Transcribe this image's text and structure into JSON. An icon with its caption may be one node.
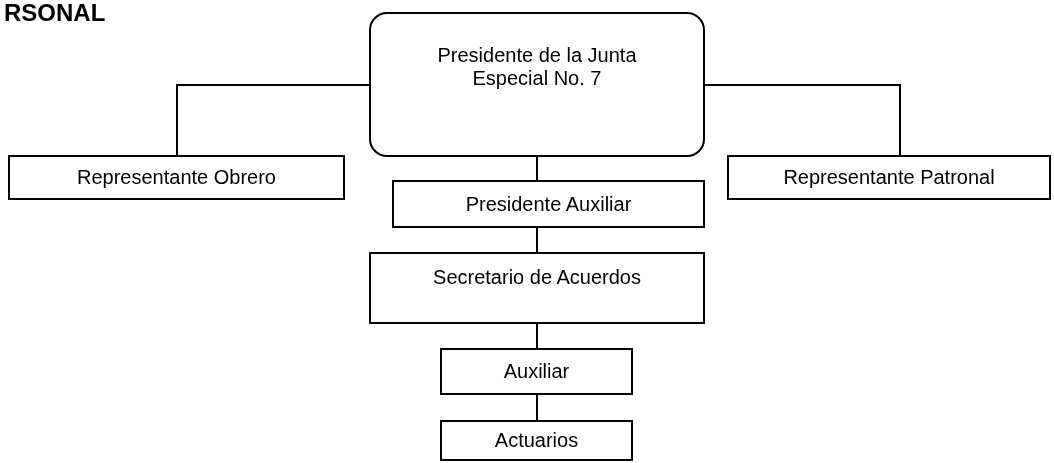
{
  "diagram": {
    "title": "RSONAL",
    "nodes": [
      {
        "text": [
          "Presidente de la Junta Especial No. 7"
        ]
      },
      {
        "text": [
          "Representante Obrero"
        ]
      },
      {
        "text": [
          "Representante Patronal"
        ]
      },
      {
        "text": [
          "Presidente Auxiliar"
        ]
      },
      {
        "text": [
          "Secretario de Acuerdos"
        ]
      },
      {
        "text": [
          "Auxiliar"
        ]
      },
      {
        "text": [
          "Actuarios"
        ]
      }
    ],
    "edges": [
      {
        "from": 0,
        "to": 1,
        "arrow": "none"
      },
      {
        "from": 0,
        "to": 2,
        "arrow": "none"
      },
      {
        "from": 0,
        "to": 3,
        "arrow": "none"
      },
      {
        "from": 3,
        "to": 4,
        "arrow": "none"
      },
      {
        "from": 4,
        "to": 5,
        "arrow": "none"
      },
      {
        "from": 5,
        "to": 6,
        "arrow": "none"
      }
    ]
  }
}
